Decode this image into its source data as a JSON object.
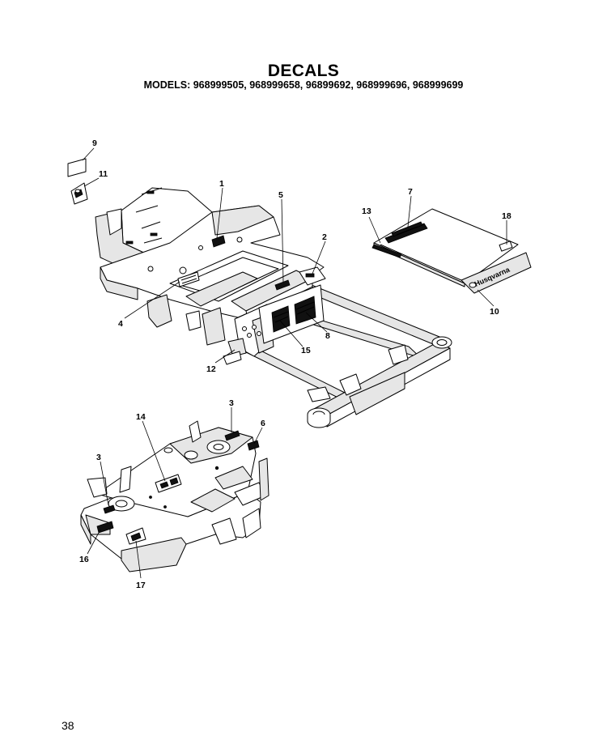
{
  "header": {
    "title": "DECALS",
    "models": "MODELS: 968999505, 968999658, 96899692, 968999696, 968999699"
  },
  "callouts": {
    "c1": "1",
    "c2": "2",
    "c3a": "3",
    "c3b": "3",
    "c4": "4",
    "c5": "5",
    "c6": "6",
    "c7": "7",
    "c8": "8",
    "c9": "9",
    "c10": "10",
    "c11": "11",
    "c12": "12",
    "c13": "13",
    "c14": "14",
    "c15": "15",
    "c16": "16",
    "c17": "17",
    "c18": "18"
  },
  "decal_text": {
    "brand": "Husqvarna"
  },
  "footer": {
    "page_number": "38"
  }
}
